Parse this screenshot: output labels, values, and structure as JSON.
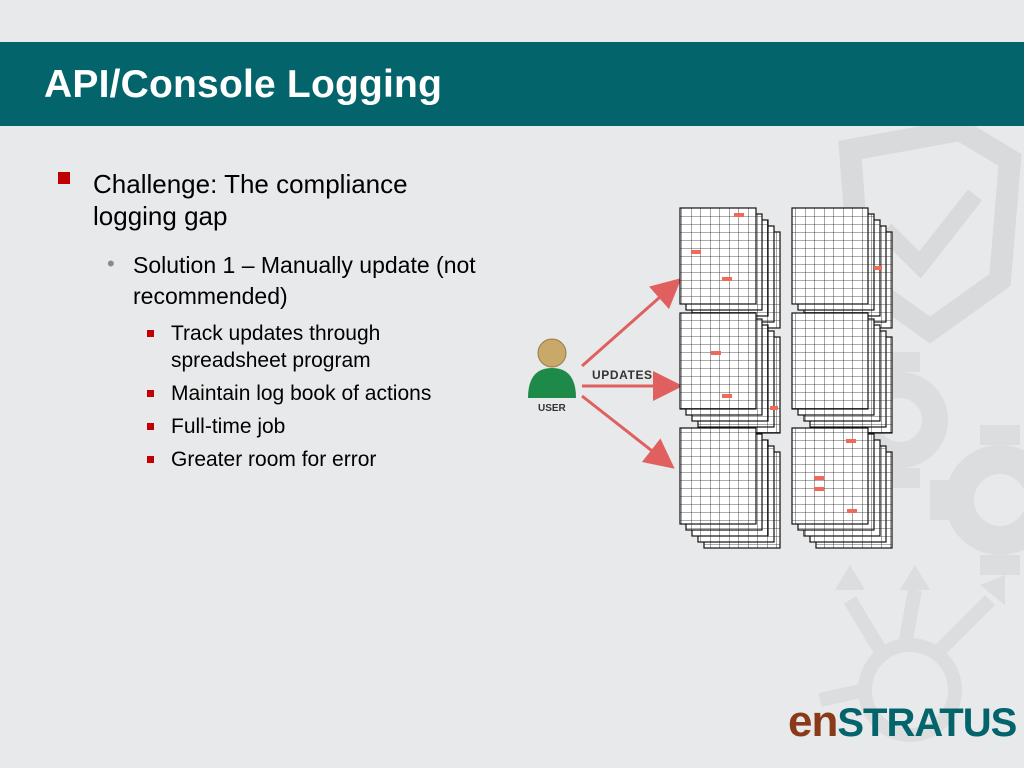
{
  "slide": {
    "title": "API/Console Logging"
  },
  "bullets": {
    "level1": "Challenge: The compliance logging gap",
    "level2": "Solution 1 – Manually update (not recommended)",
    "level3": [
      "Track updates through spreadsheet program",
      "Maintain log book of actions",
      "Full-time job",
      "Greater room for error"
    ]
  },
  "diagram": {
    "user_label": "USER",
    "arrow_label": "UPDATES",
    "colors": {
      "user_body": "#1e8a4a",
      "user_head": "#c9a96a",
      "arrow": "#e06060",
      "highlight": "#f06a5a"
    }
  },
  "logo": {
    "part1": "en",
    "part2": "STRATUS"
  },
  "icons": [
    "shield-icon",
    "gear-icon",
    "arrows-icon",
    "user-icon",
    "spreadsheet-icon"
  ],
  "colors": {
    "title_bar": "#03656b",
    "bullet_red": "#c00000",
    "background": "#e8e9ea"
  }
}
